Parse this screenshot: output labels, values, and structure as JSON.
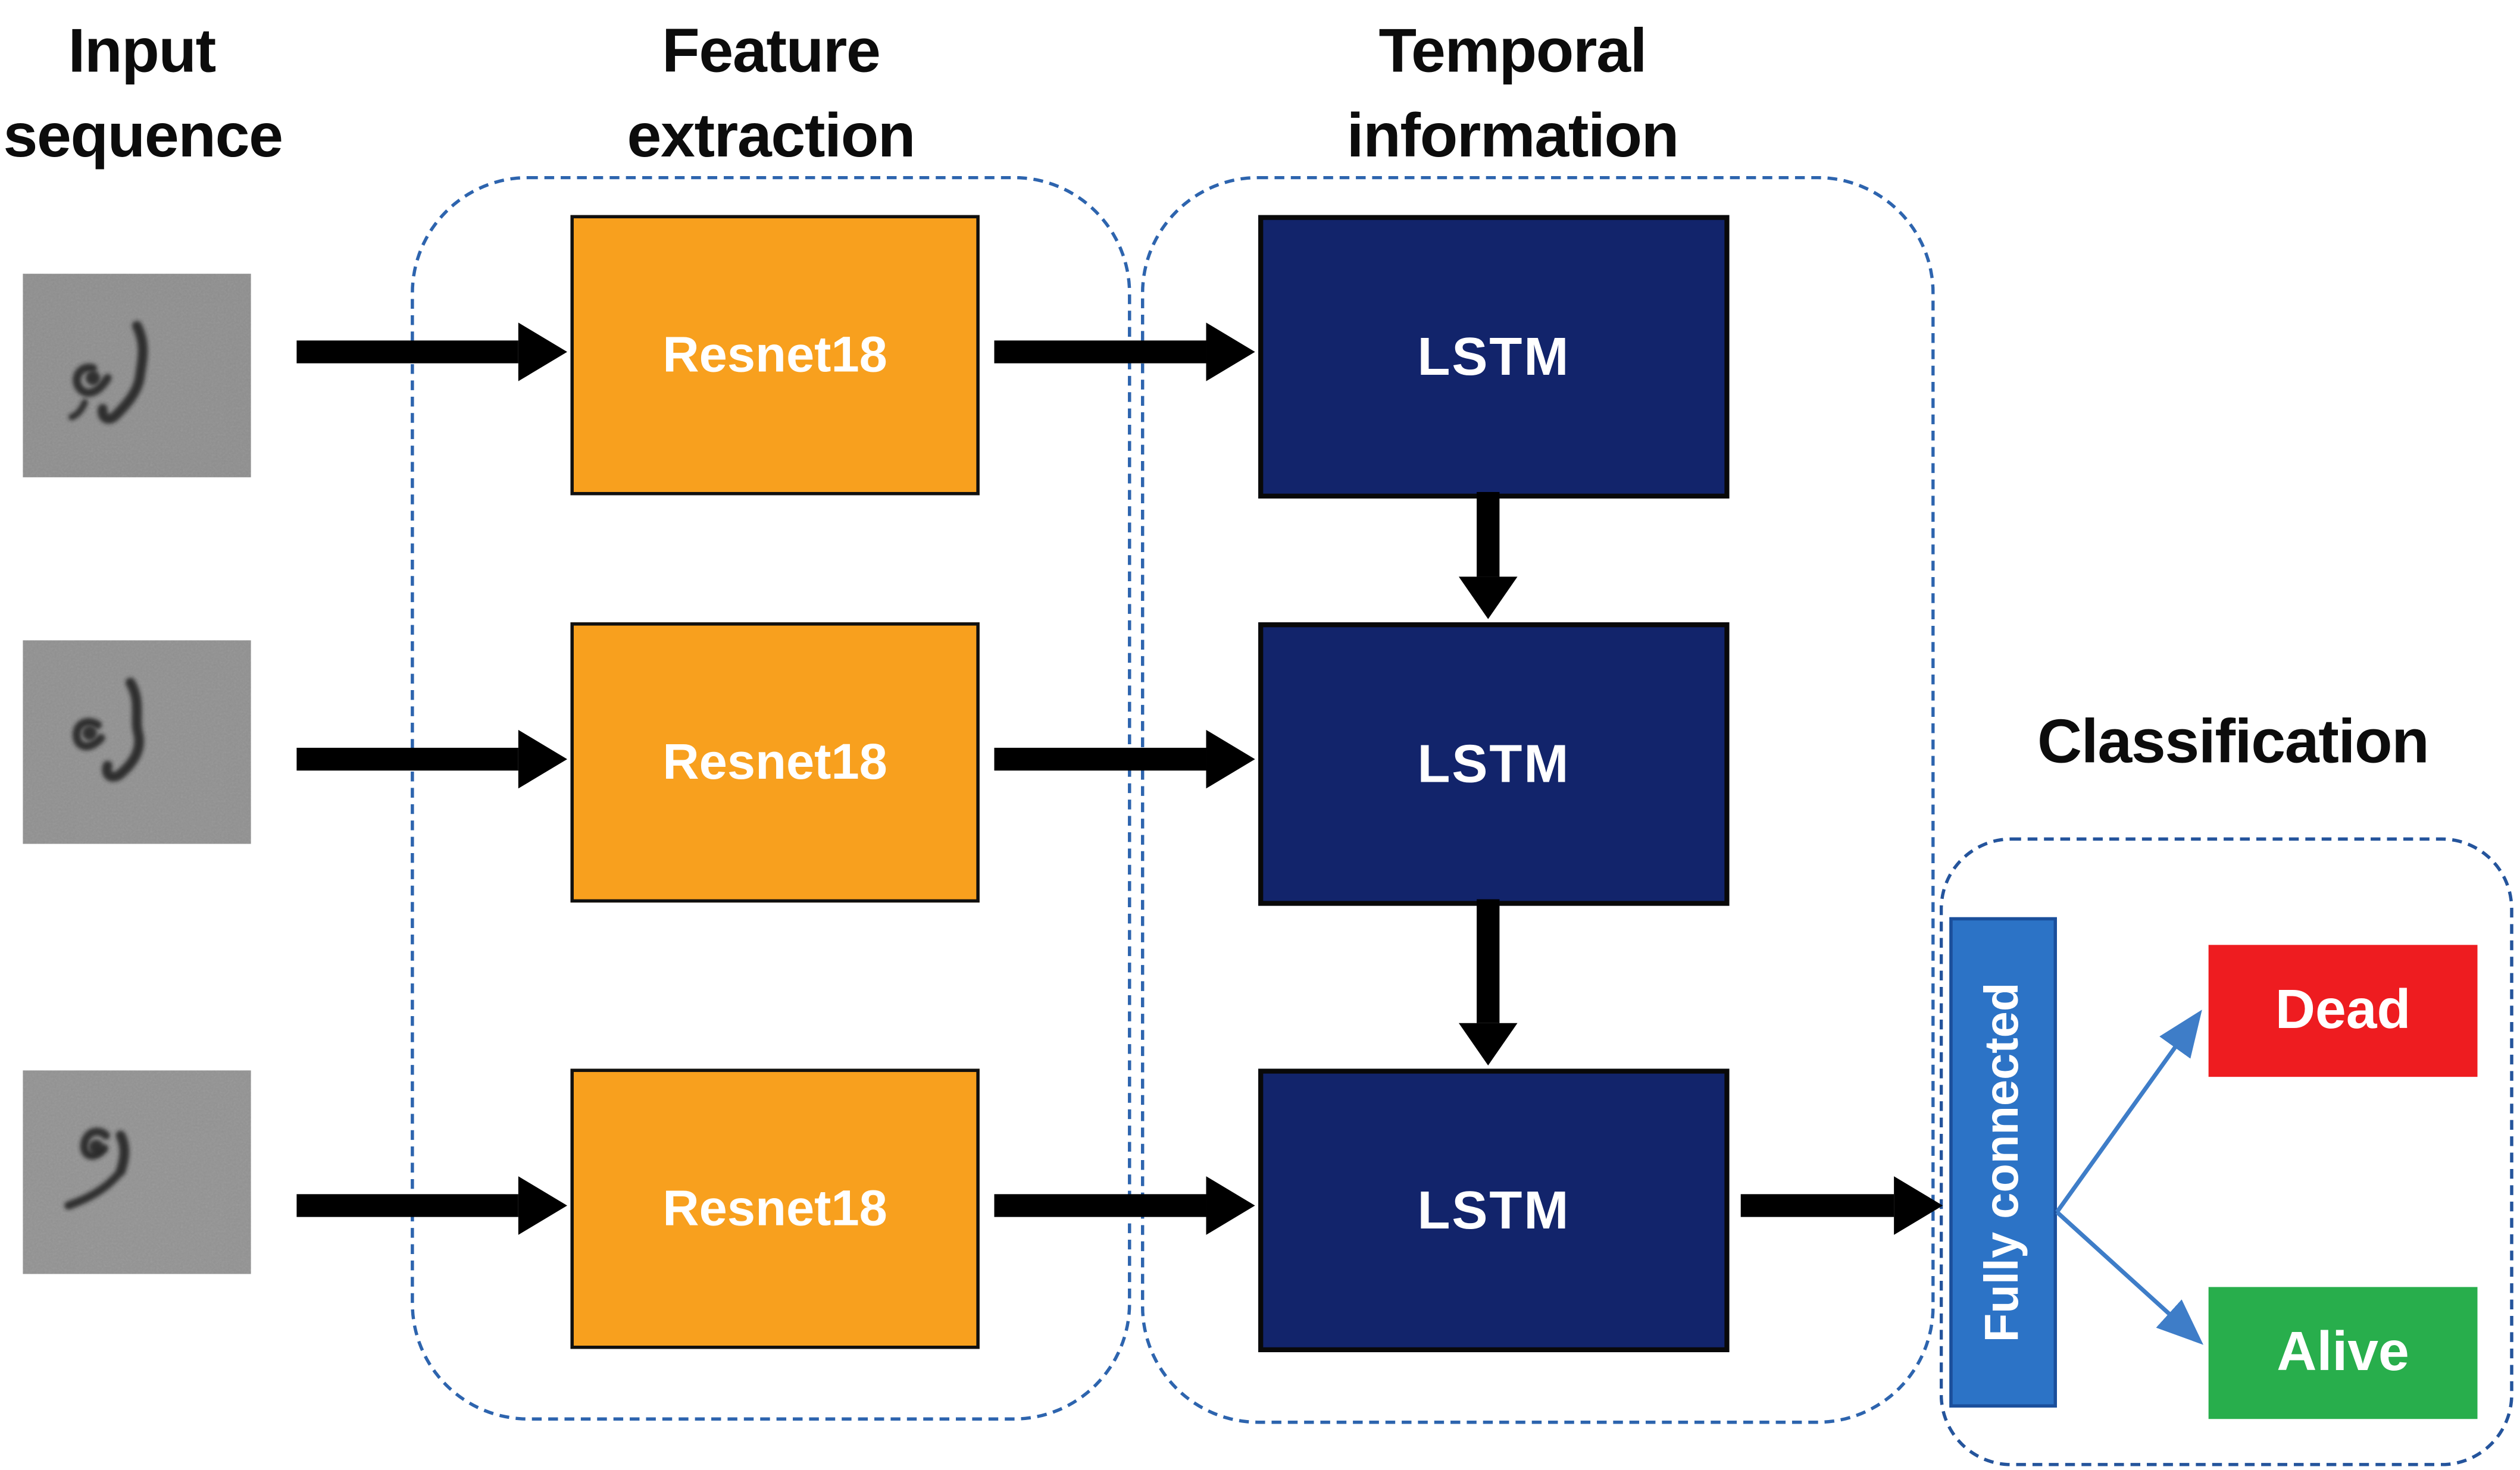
{
  "titles": {
    "input_line1": "Input",
    "input_line2": "sequence",
    "feature_line1": "Feature",
    "feature_line2": "extraction",
    "temporal_line1": "Temporal",
    "temporal_line2": "information",
    "classification": "Classification"
  },
  "input_sequence": {
    "frames": [
      {
        "icon": "worm-micrograph-1"
      },
      {
        "icon": "worm-micrograph-2"
      },
      {
        "icon": "worm-micrograph-3"
      }
    ]
  },
  "feature_extraction": {
    "boxes": [
      {
        "label": "Resnet18"
      },
      {
        "label": "Resnet18"
      },
      {
        "label": "Resnet18"
      }
    ]
  },
  "temporal_information": {
    "boxes": [
      {
        "label": "LSTM"
      },
      {
        "label": "LSTM"
      },
      {
        "label": "LSTM"
      }
    ]
  },
  "classification": {
    "fully_connected_label": "Fully connected",
    "outputs": [
      {
        "label": "Dead",
        "color": "#EE1C20"
      },
      {
        "label": "Alive",
        "color": "#28AE4C"
      }
    ]
  },
  "colors": {
    "resnet_fill": "#F8A01E",
    "lstm_fill": "#12246B",
    "fully_connected_fill": "#2C73C6",
    "dead_fill": "#EE1C20",
    "alive_fill": "#28AE4C",
    "container_dash_blue": "#2D64AE",
    "classification_dash_blue": "#24549C",
    "black_arrow": "#000000",
    "blue_arrow": "#3E7DC8"
  }
}
